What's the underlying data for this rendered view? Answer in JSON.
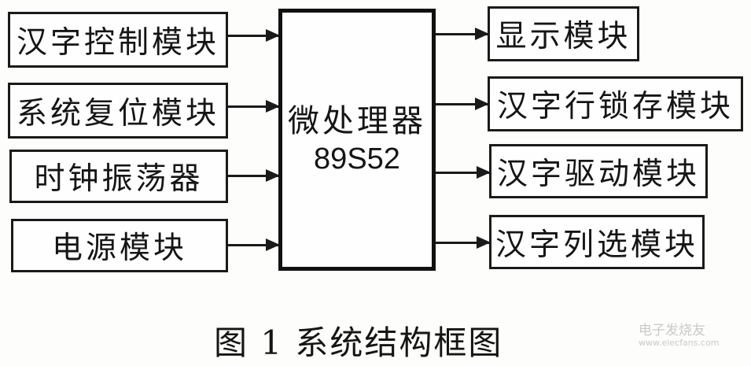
{
  "diagram": {
    "inputs": [
      {
        "label": "汉字控制模块"
      },
      {
        "label": "系统复位模块"
      },
      {
        "label": "时钟振荡器"
      },
      {
        "label": "电源模块"
      }
    ],
    "processor": {
      "line1": "微处理器",
      "line2": "89S52"
    },
    "outputs": [
      {
        "label": "显示模块"
      },
      {
        "label": "汉字行锁存模块"
      },
      {
        "label": "汉字驱动模块"
      },
      {
        "label": "汉字列选模块"
      }
    ],
    "edges": [
      {
        "from": "汉字控制模块",
        "to": "微处理器 89S52"
      },
      {
        "from": "系统复位模块",
        "to": "微处理器 89S52"
      },
      {
        "from": "时钟振荡器",
        "to": "微处理器 89S52"
      },
      {
        "from": "电源模块",
        "to": "微处理器 89S52"
      },
      {
        "from": "微处理器 89S52",
        "to": "显示模块"
      },
      {
        "from": "微处理器 89S52",
        "to": "汉字行锁存模块"
      },
      {
        "from": "微处理器 89S52",
        "to": "汉字驱动模块"
      },
      {
        "from": "微处理器 89S52",
        "to": "汉字列选模块"
      }
    ]
  },
  "caption": "图 1 系统结构框图",
  "watermark": {
    "title": "电子发烧友",
    "url": "www.elecfans.com"
  }
}
